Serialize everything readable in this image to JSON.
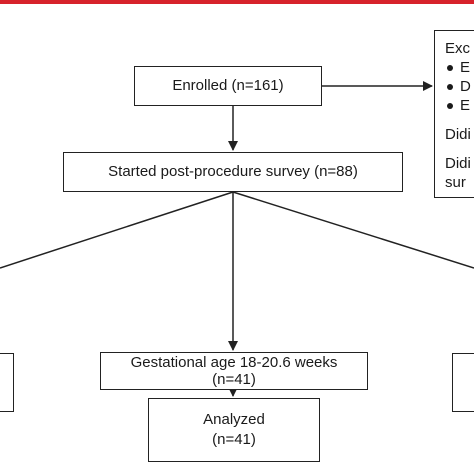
{
  "colors": {
    "top_bar": "#d7222b",
    "line": "#222222"
  },
  "boxes": {
    "enrolled": "Enrolled (n=161)",
    "started": "Started post-procedure survey (n=88)",
    "gestational": {
      "line1": "Gestational age 18-20.6 weeks",
      "line2": "(n=41)"
    },
    "analyzed": {
      "line1": "Analyzed",
      "line2": "(n=41)"
    }
  },
  "exclusion_box": {
    "heading": "Exc",
    "bullets": [
      "E",
      "D",
      "E"
    ],
    "line_a": "Didi",
    "line_b1": "Didi",
    "line_b2": "sur"
  }
}
